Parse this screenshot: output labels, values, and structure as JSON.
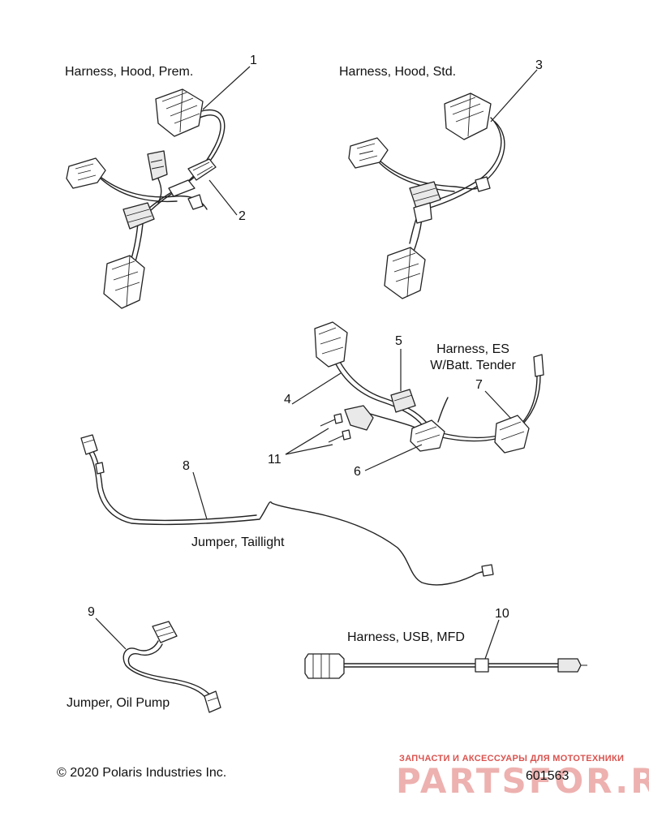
{
  "labels": {
    "hood_prem": "Harness, Hood, Prem.",
    "hood_std": "Harness, Hood, Std.",
    "es_line1": "Harness, ES",
    "es_line2": "W/Batt. Tender",
    "taillight": "Jumper, Taillight",
    "usb": "Harness, USB, MFD",
    "oil_pump": "Jumper, Oil Pump"
  },
  "callouts": {
    "c1": "1",
    "c2": "2",
    "c3": "3",
    "c4": "4",
    "c5": "5",
    "c6": "6",
    "c7": "7",
    "c8": "8",
    "c9": "9",
    "c10": "10",
    "c11": "11"
  },
  "footer": {
    "copyright": "© 2020 Polaris Industries Inc.",
    "figure_number": "601563"
  },
  "watermark": {
    "tagline": "ЗАПЧАСТИ И АКСЕССУАРЫ ДЛЯ МОТОТЕХНИКИ",
    "logo": "PARTSFOR.RU",
    "color": "#d9534f"
  }
}
